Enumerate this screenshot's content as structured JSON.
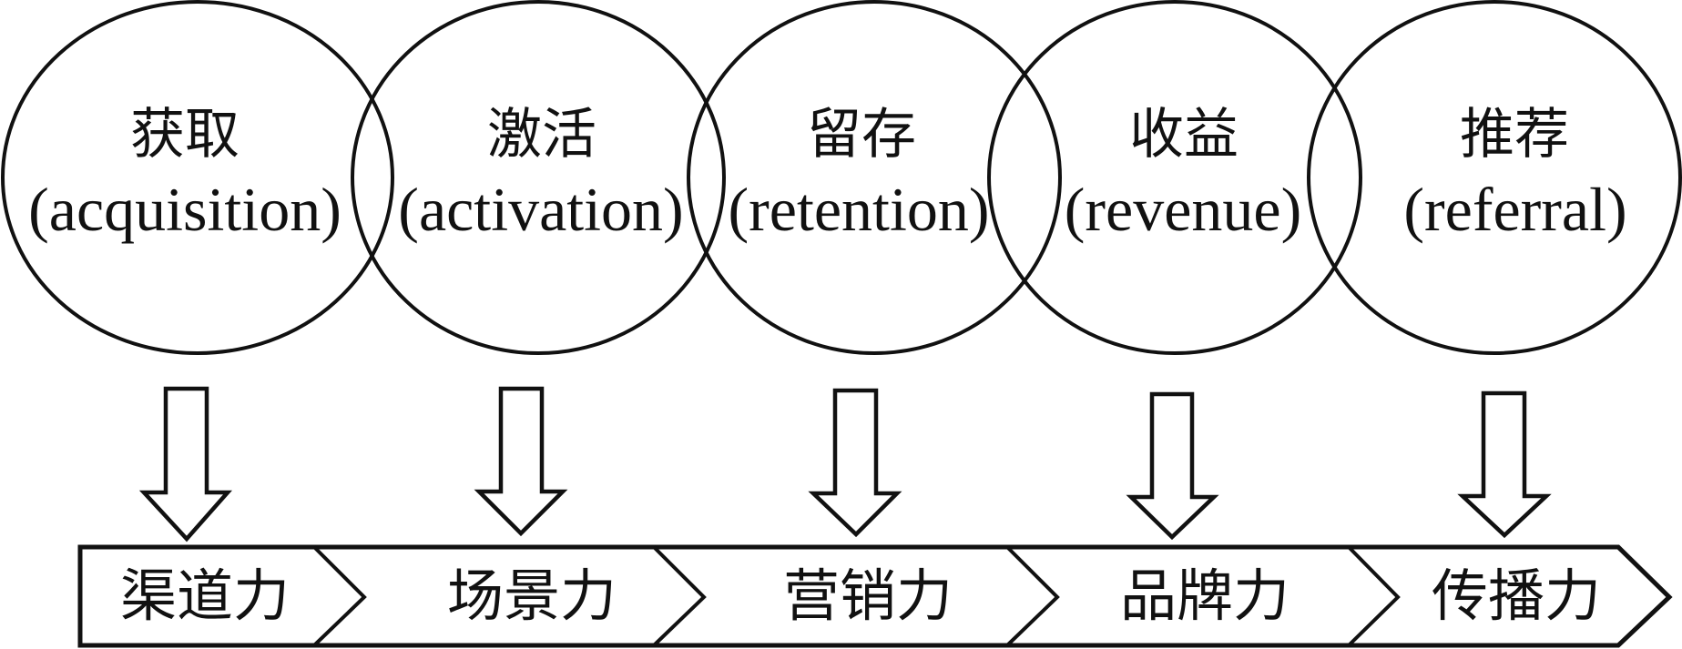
{
  "title": "AARRR model mapped to five capabilities",
  "stages": [
    {
      "cn": "获取",
      "en": "(acquisition)"
    },
    {
      "cn": "激活",
      "en": "(activation)"
    },
    {
      "cn": "留存",
      "en": "(retention)"
    },
    {
      "cn": "收益",
      "en": "(revenue)"
    },
    {
      "cn": "推荐",
      "en": "(referral)"
    }
  ],
  "capabilities": [
    {
      "label": "渠道力"
    },
    {
      "label": "场景力"
    },
    {
      "label": "营销力"
    },
    {
      "label": "品牌力"
    },
    {
      "label": "传播力"
    }
  ],
  "colors": {
    "stroke": "#111111",
    "background": "#ffffff"
  }
}
